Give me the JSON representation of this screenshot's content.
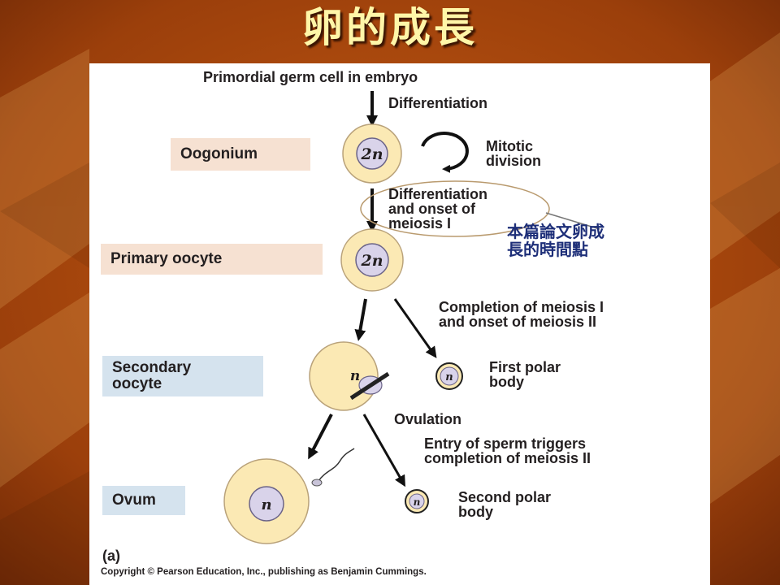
{
  "slide": {
    "title": "卵的成長"
  },
  "diagram": {
    "top_label": "Primordial germ cell in embryo",
    "steps": {
      "differentiation": "Differentiation",
      "mitotic_division": "Mitotic\ndivision",
      "meiosis_onset": "Differentiation\nand onset of\nmeiosis I",
      "meiosis_completion": "Completion of meiosis I\nand onset of meiosis II",
      "ovulation": "Ovulation",
      "sperm_entry": "Entry of sperm triggers\ncompletion of meiosis II"
    },
    "stages": {
      "oogonium": "Oogonium",
      "primary_oocyte": "Primary oocyte",
      "secondary_oocyte": "Secondary\noocyte",
      "ovum": "Ovum"
    },
    "polar_bodies": {
      "first": "First polar\nbody",
      "second": "Second polar\nbody"
    },
    "ploidy": {
      "diploid": "2n",
      "haploid": "n"
    },
    "callout": "本篇論文卵成\n長的時間點",
    "panel_letter": "(a)",
    "copyright": "Copyright © Pearson Education, Inc., publishing as Benjamin Cummings."
  },
  "colors": {
    "background": "#a8460c",
    "title": "#fff6a8",
    "cell_cytoplasm": "#fbe9b4",
    "nucleus": "#d9d3ea",
    "callout_text": "#1d2e78",
    "stage_box_peach": "#f6e1d2",
    "stage_box_blue": "#d5e3ee"
  }
}
